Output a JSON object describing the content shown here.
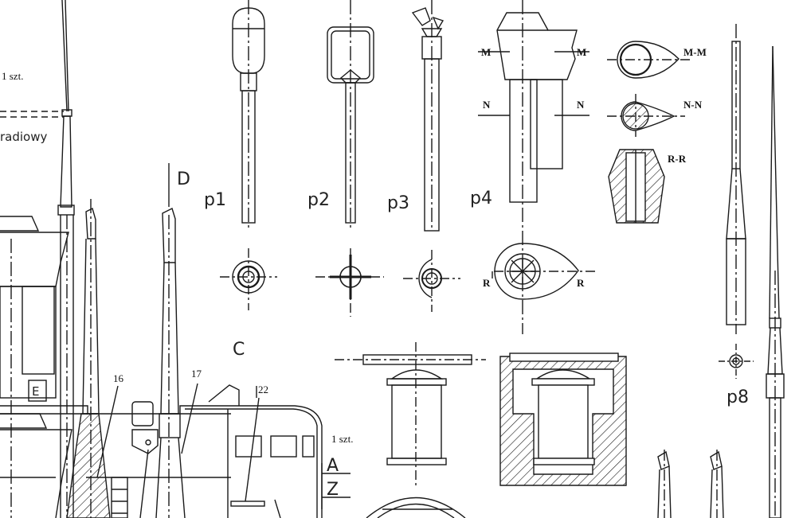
{
  "labels": {
    "qty_left": "1 szt.",
    "radio_word": "radiowy",
    "letter_d": "D",
    "letter_c": "C",
    "letter_e": "E",
    "part_p1": "p1",
    "part_p2": "p2",
    "part_p3": "p3",
    "part_p4": "p4",
    "part_p8": "p8",
    "sec_m_left": "M",
    "sec_m_right": "M",
    "sec_n_left": "N",
    "sec_n_right": "N",
    "sec_r_left": "R",
    "sec_r_right": "R",
    "section_mm": "M-M",
    "section_nn": "N-N",
    "section_rr": "R-R",
    "num_16": "16",
    "num_17": "17",
    "num_22": "22",
    "qty_right": "1 szt.",
    "letter_a": "A",
    "letter_z": "Z"
  },
  "colors": {
    "ink": "#1a1a1a",
    "paper": "#ffffff"
  }
}
